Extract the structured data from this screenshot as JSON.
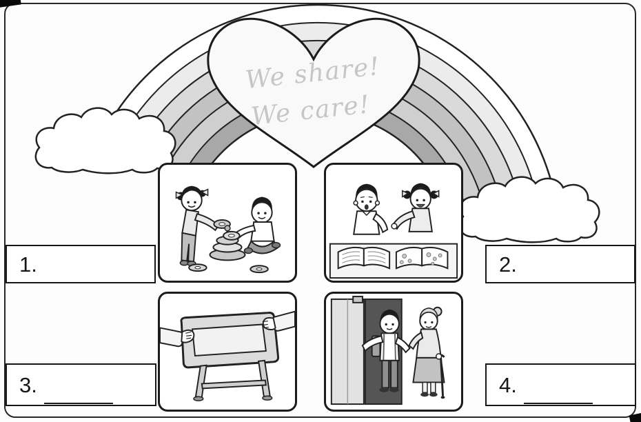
{
  "worksheet": {
    "heart": {
      "line1": "We share!",
      "line2": "We care!"
    },
    "answers": [
      {
        "number": "1."
      },
      {
        "number": "2."
      },
      {
        "number": "3."
      },
      {
        "number": "4."
      }
    ],
    "scenes": [
      {
        "name": "kids-sharing-ring-toys"
      },
      {
        "name": "kids-sharing-books"
      },
      {
        "name": "children-carrying-desk"
      },
      {
        "name": "boy-helping-elderly-woman"
      }
    ],
    "colors": {
      "ink": "#1b1b1b",
      "heart_text": "#c6c6c6",
      "paper": "#fdfdfd"
    }
  }
}
